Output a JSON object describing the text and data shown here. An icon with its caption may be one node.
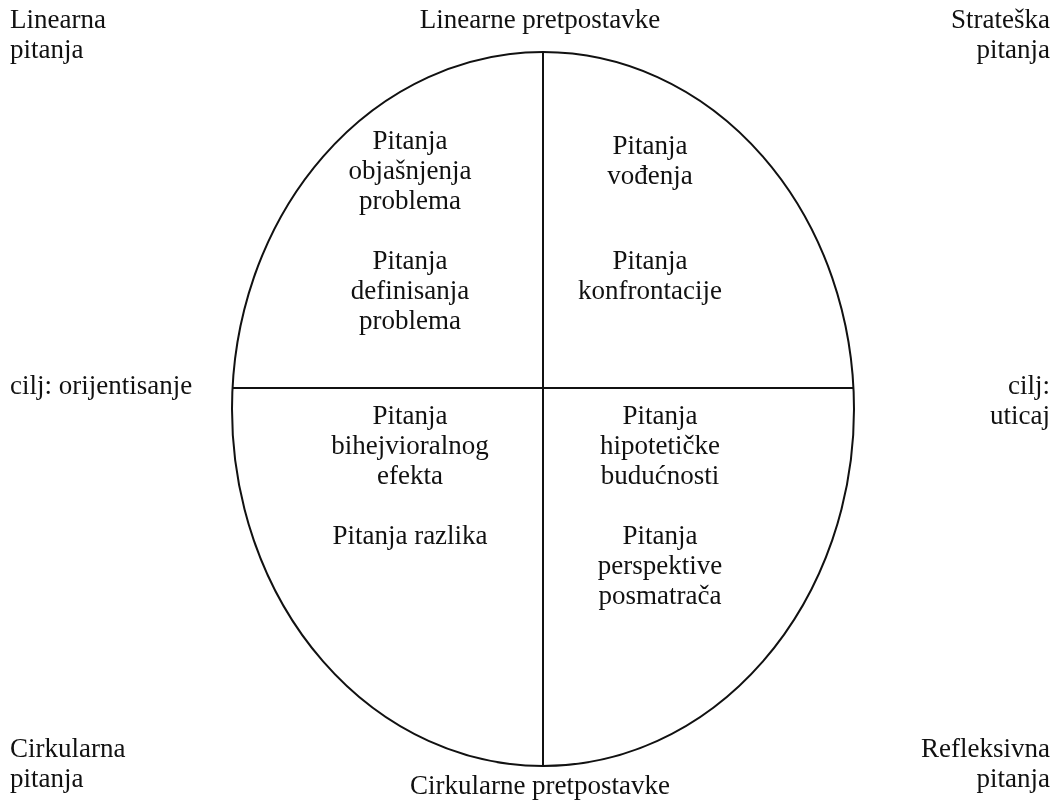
{
  "diagram": {
    "nodes": [
      {
        "text": [
          "Pitanja objašnjenja problema",
          "Pitanja definisanja problema",
          "Pitanja vođenja",
          "Pitanja konfrontacije",
          "Pitanja bihejvioralnog efekta",
          "Pitanja razlika",
          "Pitanja hipotetičke budućnosti",
          "Pitanja perspektive posmatrača"
        ]
      }
    ],
    "labels": [
      "Linearna pitanja",
      "Linearne pretpostavke",
      "Strateška pitanja",
      "cilj: orijentisanje",
      "cilj: uticaj",
      "Cirkularna pitanja",
      "Cirkularne pretpostavke",
      "Refleksivna pitanja"
    ]
  }
}
